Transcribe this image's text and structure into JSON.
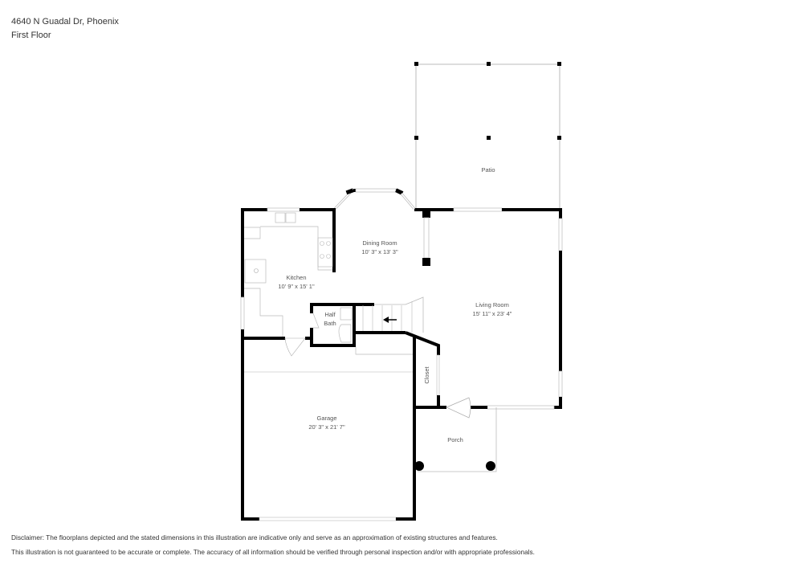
{
  "header": {
    "address": "4640 N Guadal Dr, Phoenix",
    "floor": "First Floor"
  },
  "rooms": {
    "patio": {
      "name": "Patio"
    },
    "dining": {
      "name": "Dining Room",
      "dims": "10' 3\" x 13' 3\""
    },
    "kitchen": {
      "name": "Kitchen",
      "dims": "10' 9\" x 15' 1\""
    },
    "half_bath": {
      "name_line1": "Half",
      "name_line2": "Bath"
    },
    "living": {
      "name": "Living Room",
      "dims": "15' 11\" x 23' 4\""
    },
    "closet": {
      "name": "Closet"
    },
    "garage": {
      "name": "Garage",
      "dims": "20' 3\" x 21' 7\""
    },
    "porch": {
      "name": "Porch"
    }
  },
  "stairs": {
    "direction_icon": "arrow-left-icon"
  },
  "footer": {
    "disclaimer_line1": "Disclaimer: The floorplans depicted and the stated dimensions in this illustration are indicative only and serve as an approximation of existing structures and features.",
    "disclaimer_line2": "This illustration is not guaranteed to be accurate or complete. The accuracy of all information should be verified through personal inspection and/or with appropriate professionals."
  },
  "colors": {
    "wall": "#000000",
    "thin_line": "#bbbbbb",
    "text": "#555555"
  }
}
